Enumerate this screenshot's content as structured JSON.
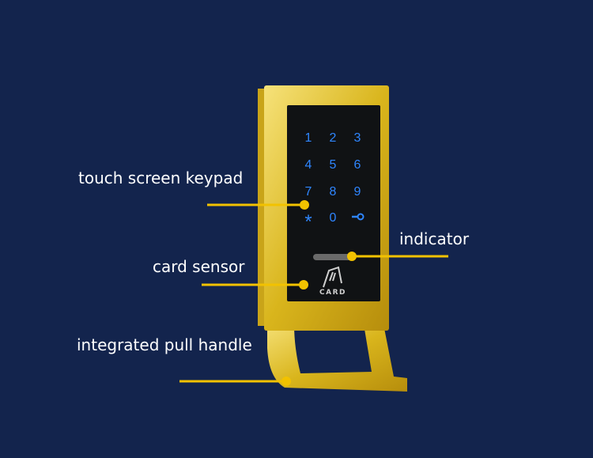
{
  "labels": {
    "keypad": "touch screen keypad",
    "indicator": "indicator",
    "card_sensor": "card sensor",
    "pull_handle": "integrated pull handle"
  },
  "keypad_keys": [
    "1",
    "2",
    "3",
    "4",
    "5",
    "6",
    "7",
    "8",
    "9",
    "*",
    "0",
    "key"
  ],
  "card_text": "CARD",
  "colors": {
    "background": "#13244d",
    "leader": "#f2c200",
    "gold": "#e2c22a",
    "key_blue": "#2f86ff"
  }
}
